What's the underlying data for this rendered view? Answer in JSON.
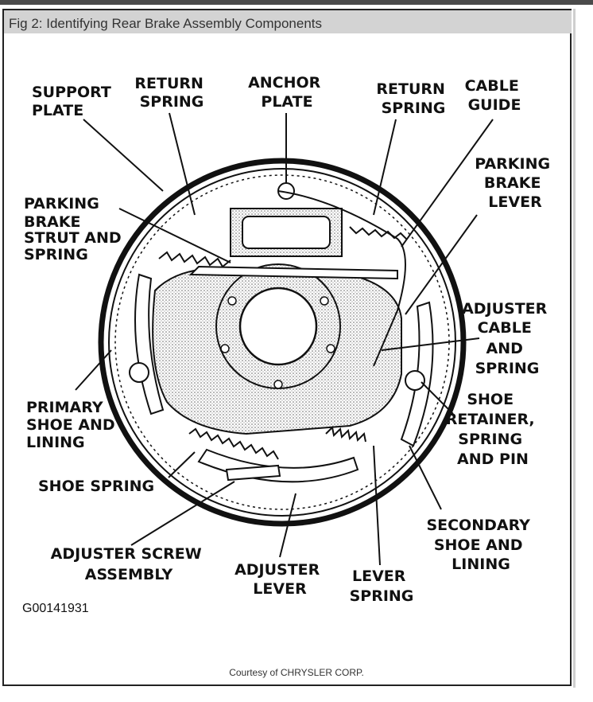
{
  "figure": {
    "title": "Fig 2: Identifying Rear Brake Assembly Components",
    "code": "G00141931",
    "credit": "Courtesy of CHRYSLER CORP."
  },
  "labels": {
    "support_plate": [
      "SUPPORT",
      "PLATE"
    ],
    "return_spring_left": [
      "RETURN",
      "SPRING"
    ],
    "anchor_plate": [
      "ANCHOR",
      "PLATE"
    ],
    "return_spring_right": [
      "RETURN",
      "SPRING"
    ],
    "cable_guide": [
      "CABLE",
      "GUIDE"
    ],
    "parking_brake_lever": [
      "PARKING",
      "BRAKE",
      "LEVER"
    ],
    "parking_brake_strut": [
      "PARKING",
      "BRAKE",
      "STRUT AND",
      "SPRING"
    ],
    "adjuster_cable": [
      "ADJUSTER",
      "CABLE",
      "AND",
      "SPRING"
    ],
    "shoe_retainer": [
      "SHOE",
      "RETAINER,",
      "SPRING",
      "AND PIN"
    ],
    "primary_shoe": [
      "PRIMARY",
      "SHOE AND",
      "LINING"
    ],
    "shoe_spring": [
      "SHOE SPRING"
    ],
    "secondary_shoe": [
      "SECONDARY",
      "SHOE AND",
      "LINING"
    ],
    "adjuster_screw": [
      "ADJUSTER SCREW",
      "ASSEMBLY"
    ],
    "adjuster_lever": [
      "ADJUSTER",
      "LEVER"
    ],
    "lever_spring": [
      "LEVER",
      "SPRING"
    ]
  }
}
